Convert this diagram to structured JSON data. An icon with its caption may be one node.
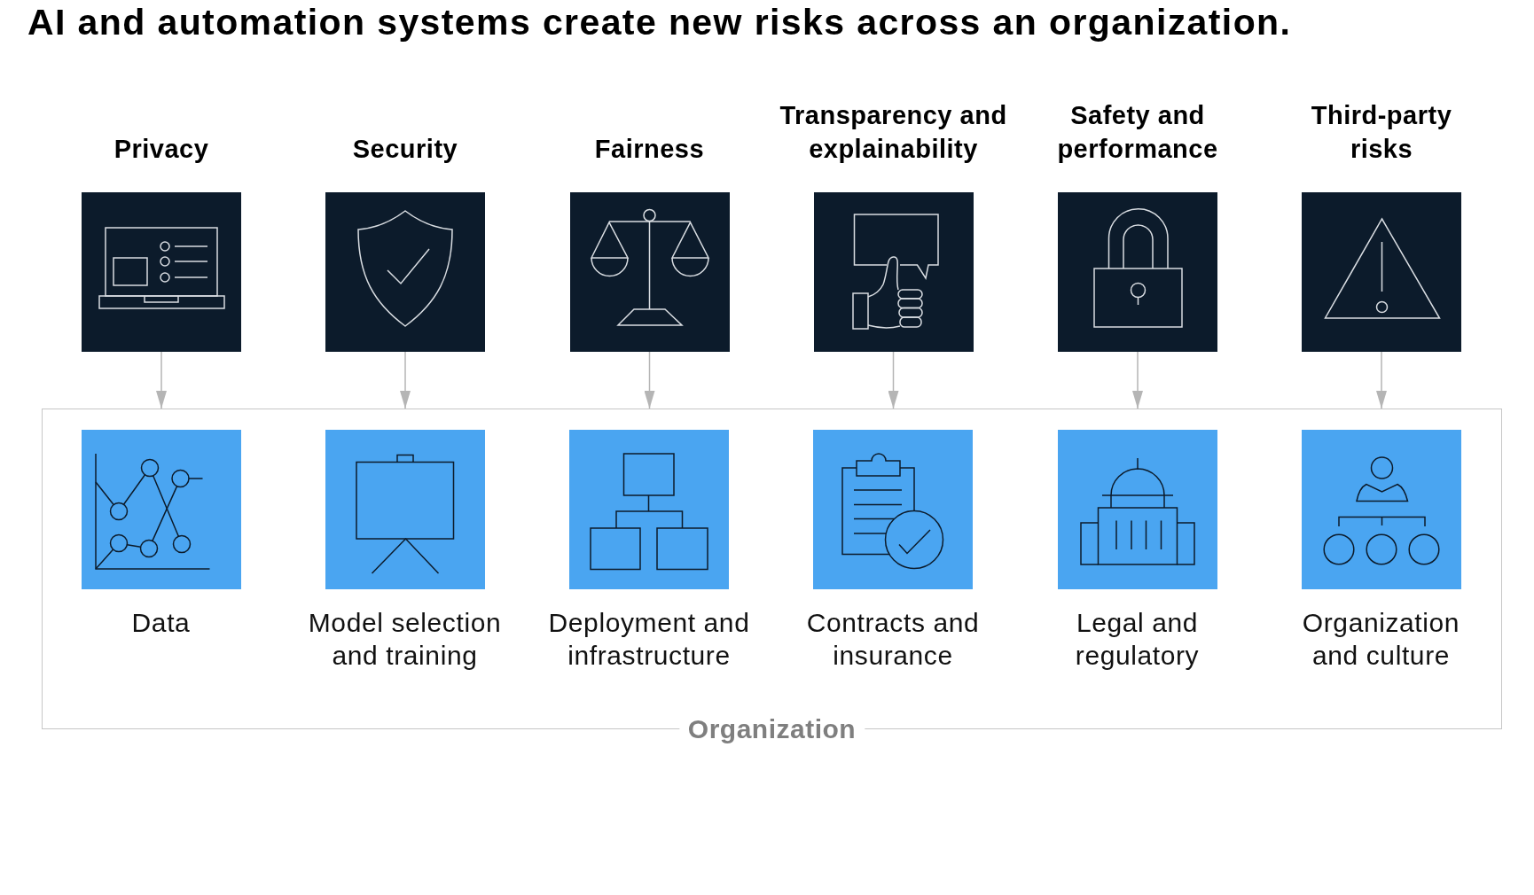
{
  "diagram": {
    "title": "AI and automation systems create new risks across an organization.",
    "nodes": [
      {
        "text": [
          "Privacy"
        ]
      },
      {
        "text": [
          "Security"
        ]
      },
      {
        "text": [
          "Fairness"
        ]
      },
      {
        "text": [
          "Transparency and explainability"
        ]
      },
      {
        "text": [
          "Safety and performance"
        ]
      },
      {
        "text": [
          "Third-party risks"
        ]
      },
      {
        "text": [
          "Organization"
        ]
      },
      {
        "text": [
          "Data"
        ],
        "in": 6
      },
      {
        "text": [
          "Model selection and training"
        ],
        "in": 6
      },
      {
        "text": [
          "Deployment and infrastructure"
        ],
        "in": 6
      },
      {
        "text": [
          "Contracts and insurance"
        ],
        "in": 6
      },
      {
        "text": [
          "Legal and regulatory"
        ],
        "in": 6
      },
      {
        "text": [
          "Organization and culture"
        ],
        "in": 6
      }
    ],
    "edges": [
      {
        "from": 0,
        "to": 6,
        "arrow": "to"
      },
      {
        "from": 1,
        "to": 6,
        "arrow": "to"
      },
      {
        "from": 2,
        "to": 6,
        "arrow": "to"
      },
      {
        "from": 3,
        "to": 6,
        "arrow": "to"
      },
      {
        "from": 4,
        "to": 6,
        "arrow": "to"
      },
      {
        "from": 5,
        "to": 6,
        "arrow": "to"
      }
    ]
  }
}
